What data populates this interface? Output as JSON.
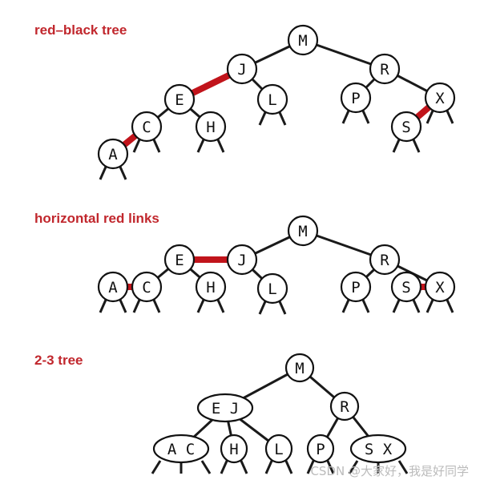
{
  "sections": {
    "rb": {
      "title": "red–black tree"
    },
    "hr": {
      "title": "horizontal red links"
    },
    "t23": {
      "title": "2-3 tree"
    }
  },
  "colors": {
    "red_link": "#c1141b",
    "black_link": "#1a1a1a",
    "title": "#c1272d"
  },
  "trees": {
    "rb": {
      "nodes": [
        {
          "id": "M",
          "label": "M"
        },
        {
          "id": "J",
          "label": "J"
        },
        {
          "id": "R",
          "label": "R"
        },
        {
          "id": "E",
          "label": "E"
        },
        {
          "id": "L",
          "label": "L"
        },
        {
          "id": "P",
          "label": "P"
        },
        {
          "id": "X",
          "label": "X"
        },
        {
          "id": "C",
          "label": "C"
        },
        {
          "id": "H",
          "label": "H"
        },
        {
          "id": "S",
          "label": "S"
        },
        {
          "id": "A",
          "label": "A"
        }
      ],
      "edges": [
        {
          "from": "M",
          "to": "J",
          "red": false
        },
        {
          "from": "M",
          "to": "R",
          "red": false
        },
        {
          "from": "J",
          "to": "E",
          "red": true
        },
        {
          "from": "J",
          "to": "L",
          "red": false
        },
        {
          "from": "E",
          "to": "C",
          "red": false
        },
        {
          "from": "E",
          "to": "H",
          "red": false
        },
        {
          "from": "C",
          "to": "A",
          "red": true
        },
        {
          "from": "R",
          "to": "P",
          "red": false
        },
        {
          "from": "R",
          "to": "X",
          "red": false
        },
        {
          "from": "X",
          "to": "S",
          "red": true
        }
      ]
    },
    "hr": {
      "nodes": [
        {
          "id": "M",
          "label": "M"
        },
        {
          "id": "E",
          "label": "E"
        },
        {
          "id": "J",
          "label": "J"
        },
        {
          "id": "R",
          "label": "R"
        },
        {
          "id": "A",
          "label": "A"
        },
        {
          "id": "C",
          "label": "C"
        },
        {
          "id": "H",
          "label": "H"
        },
        {
          "id": "L",
          "label": "L"
        },
        {
          "id": "P",
          "label": "P"
        },
        {
          "id": "S",
          "label": "S"
        },
        {
          "id": "X",
          "label": "X"
        }
      ],
      "edges": [
        {
          "from": "M",
          "to": "J",
          "red": false
        },
        {
          "from": "M",
          "to": "R",
          "red": false
        },
        {
          "from": "E",
          "to": "J",
          "red": true
        },
        {
          "from": "E",
          "to": "C",
          "red": false
        },
        {
          "from": "E",
          "to": "H",
          "red": false
        },
        {
          "from": "J",
          "to": "L",
          "red": false
        },
        {
          "from": "A",
          "to": "C",
          "red": true
        },
        {
          "from": "R",
          "to": "P",
          "red": false
        },
        {
          "from": "R",
          "to": "X",
          "red": false
        },
        {
          "from": "S",
          "to": "X",
          "red": true
        }
      ]
    },
    "t23": {
      "nodes": [
        {
          "id": "M",
          "label": "M"
        },
        {
          "id": "EJ",
          "label": "E J"
        },
        {
          "id": "R",
          "label": "R"
        },
        {
          "id": "AC",
          "label": "A C"
        },
        {
          "id": "H",
          "label": "H"
        },
        {
          "id": "L",
          "label": "L"
        },
        {
          "id": "P",
          "label": "P"
        },
        {
          "id": "SX",
          "label": "S X"
        }
      ],
      "edges": [
        {
          "from": "M",
          "to": "EJ",
          "red": false
        },
        {
          "from": "M",
          "to": "R",
          "red": false
        },
        {
          "from": "EJ",
          "to": "AC",
          "red": false
        },
        {
          "from": "EJ",
          "to": "H",
          "red": false
        },
        {
          "from": "EJ",
          "to": "L",
          "red": false
        },
        {
          "from": "R",
          "to": "P",
          "red": false
        },
        {
          "from": "R",
          "to": "SX",
          "red": false
        }
      ]
    }
  },
  "watermark": "CSDN @大家好，我是好同学"
}
